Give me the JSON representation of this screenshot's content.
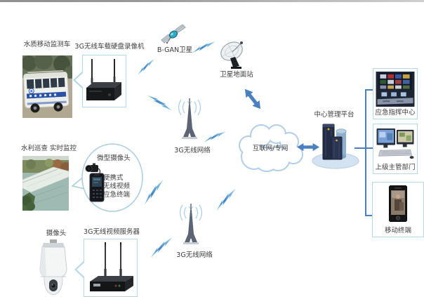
{
  "nodes": {
    "vehicle": {
      "label": "水质移动监测车"
    },
    "recorder": {
      "label": "3G无线车载硬盘录像机"
    },
    "satellite": {
      "label": "B-GAN卫星"
    },
    "ground_station": {
      "label": "卫星地面站"
    },
    "network_top": {
      "label": "3G无线网络"
    },
    "cloud": {
      "label": "互联网/专网"
    },
    "platform": {
      "label": "中心管理平台"
    },
    "command_center": {
      "label": "应急指挥中心"
    },
    "authority": {
      "label": "上级主管部门"
    },
    "mobile_terminal": {
      "label": "移动终端"
    },
    "inspection": {
      "label": "水利巡查 实时监控"
    },
    "micro_camera": {
      "label": "微型摄像头"
    },
    "portable_terminal": {
      "lines": [
        "便携式",
        "无线视频",
        "应急终端"
      ]
    },
    "dome_camera": {
      "label": "摄像头"
    },
    "video_server": {
      "label": "3G无线视频服务器"
    },
    "network_bottom": {
      "label": "3G无线网络"
    }
  },
  "colors": {
    "connector_blue": "#4a7fc0",
    "bolt_blue_dark": "#3f86c6",
    "bolt_blue_light": "#8ed0f0",
    "box_border_blue": "#b5d8e8",
    "cloud_border": "#b2cde8",
    "label_text": "#3c3c3c",
    "banner_blue": "#2a52a8"
  },
  "icons": {
    "satellite-icon": "svg-satellite-with-panels",
    "dish-icon": "svg-parabolic-dish",
    "tower-icon": "svg-lattice-tower-with-signal-arcs",
    "cloud-icon": "svg-cloud-outline",
    "lightning-icon": "svg-zigzag-bolt",
    "double-arrow-icon": "svg-two-headed-arrow",
    "server-platform-icon": "svg-servers-on-ellipse"
  }
}
